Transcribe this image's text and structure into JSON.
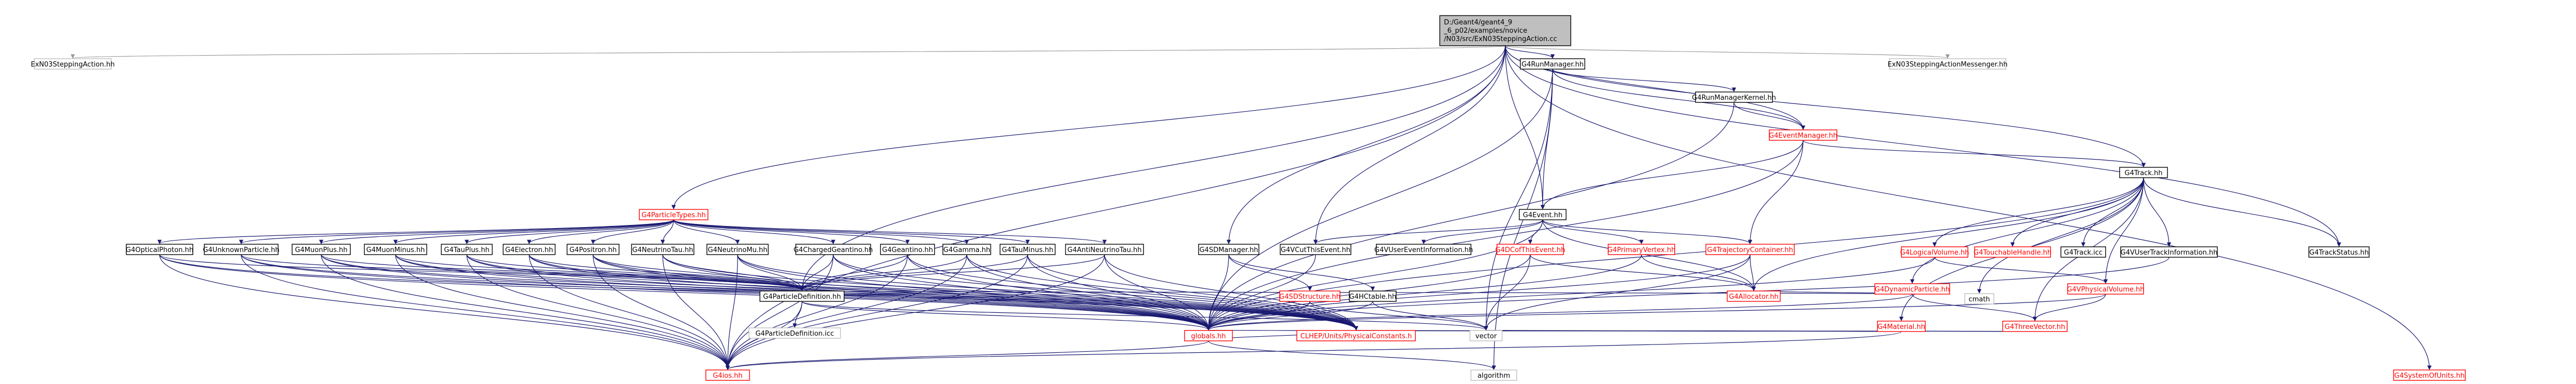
{
  "graph": {
    "nodes": [
      {
        "id": "root",
        "label": "D:/Geant4/geant4_9_6_p02/examples/novice/N03/src/ExN03SteppingAction.cc",
        "style": "root"
      },
      {
        "id": "ExN03SteppingAction",
        "label": "ExN03SteppingAction.hh",
        "style": "grey"
      },
      {
        "id": "G4RunManager",
        "label": "G4RunManager.hh",
        "style": "normal"
      },
      {
        "id": "ExN03SteppingActionMessenger",
        "label": "ExN03SteppingActionMessenger.hh",
        "style": "grey"
      },
      {
        "id": "G4RunManagerKernel",
        "label": "G4RunManagerKernel.hh",
        "style": "normal"
      },
      {
        "id": "G4EventManager",
        "label": "G4EventManager.hh",
        "style": "red"
      },
      {
        "id": "G4Track",
        "label": "G4Track.hh",
        "style": "normal"
      },
      {
        "id": "G4ParticleTypes",
        "label": "G4ParticleTypes.hh",
        "style": "red"
      },
      {
        "id": "G4Event",
        "label": "G4Event.hh",
        "style": "normal"
      },
      {
        "id": "G4OpticalPhoton",
        "label": "G4OpticalPhoton.hh",
        "style": "normal"
      },
      {
        "id": "G4UnknownParticle",
        "label": "G4UnknownParticle.hh",
        "style": "normal"
      },
      {
        "id": "G4MuonPlus",
        "label": "G4MuonPlus.hh",
        "style": "normal"
      },
      {
        "id": "G4MuonMinus",
        "label": "G4MuonMinus.hh",
        "style": "normal"
      },
      {
        "id": "G4TauPlus",
        "label": "G4TauPlus.hh",
        "style": "normal"
      },
      {
        "id": "G4Electron",
        "label": "G4Electron.hh",
        "style": "normal"
      },
      {
        "id": "G4Positron",
        "label": "G4Positron.hh",
        "style": "normal"
      },
      {
        "id": "G4NeutrinoTau",
        "label": "G4NeutrinoTau.hh",
        "style": "normal"
      },
      {
        "id": "G4NeutrinoMu",
        "label": "G4NeutrinoMu.hh",
        "style": "normal"
      },
      {
        "id": "G4ChargedGeantino",
        "label": "G4ChargedGeantino.hh",
        "style": "normal"
      },
      {
        "id": "G4Geantino",
        "label": "G4Geantino.hh",
        "style": "normal"
      },
      {
        "id": "G4Gamma",
        "label": "G4Gamma.hh",
        "style": "normal"
      },
      {
        "id": "G4TauMinus",
        "label": "G4TauMinus.hh",
        "style": "normal"
      },
      {
        "id": "G4AntiNeutrinoTau",
        "label": "G4AntiNeutrinoTau.hh",
        "style": "normal"
      },
      {
        "id": "G4SDManager",
        "label": "G4SDManager.hh",
        "style": "normal"
      },
      {
        "id": "G4VCutThisEvent",
        "label": "G4VCutThisEvent.hh",
        "style": "normal"
      },
      {
        "id": "G4VUserEventInformation",
        "label": "G4VUserEventInformation.hh",
        "style": "normal"
      },
      {
        "id": "G4DCofThisEvent",
        "label": "G4DCofThisEvent.hh",
        "style": "red"
      },
      {
        "id": "G4PrimaryVertex",
        "label": "G4PrimaryVertex.hh",
        "style": "red"
      },
      {
        "id": "G4TrajectoryContainer",
        "label": "G4TrajectoryContainer.hh",
        "style": "red"
      },
      {
        "id": "G4LogicalVolume",
        "label": "G4LogicalVolume.hh",
        "style": "red"
      },
      {
        "id": "G4TouchableHandle",
        "label": "G4TouchableHandle.hh",
        "style": "red"
      },
      {
        "id": "G4Track_icc",
        "label": "G4Track.icc",
        "style": "normal"
      },
      {
        "id": "G4VUserTrackInformation",
        "label": "G4VUserTrackInformation.hh",
        "style": "normal"
      },
      {
        "id": "G4TrackStatus",
        "label": "G4TrackStatus.hh",
        "style": "normal"
      },
      {
        "id": "G4DynamicParticle",
        "label": "G4DynamicParticle.hh",
        "style": "red"
      },
      {
        "id": "G4VPhysicalVolume",
        "label": "G4VPhysicalVolume.hh",
        "style": "red"
      },
      {
        "id": "G4ParticleDefinition",
        "label": "G4ParticleDefinition.hh",
        "style": "normal"
      },
      {
        "id": "G4SDStructure",
        "label": "G4SDStructure.hh",
        "style": "red"
      },
      {
        "id": "G4HCtable",
        "label": "G4HCtable.hh",
        "style": "normal"
      },
      {
        "id": "G4Allocator",
        "label": "G4Allocator.hh",
        "style": "red"
      },
      {
        "id": "G4Material",
        "label": "G4Material.hh",
        "style": "red"
      },
      {
        "id": "cmath",
        "label": "cmath",
        "style": "grey"
      },
      {
        "id": "G4ThreeVector",
        "label": "G4ThreeVector.hh",
        "style": "red"
      },
      {
        "id": "G4ParticleDefinition_icc",
        "label": "G4ParticleDefinition.icc",
        "style": "grey"
      },
      {
        "id": "globals",
        "label": "globals.hh",
        "style": "red"
      },
      {
        "id": "CLHEP",
        "label": "CLHEP/Units/PhysicalConstants.h",
        "style": "red"
      },
      {
        "id": "vector",
        "label": "vector",
        "style": "grey"
      },
      {
        "id": "G4ios",
        "label": "G4ios.hh",
        "style": "red"
      },
      {
        "id": "algorithm",
        "label": "algorithm",
        "style": "grey"
      },
      {
        "id": "G4SystemOfUnits",
        "label": "G4SystemOfUnits.hh",
        "style": "red"
      }
    ]
  }
}
